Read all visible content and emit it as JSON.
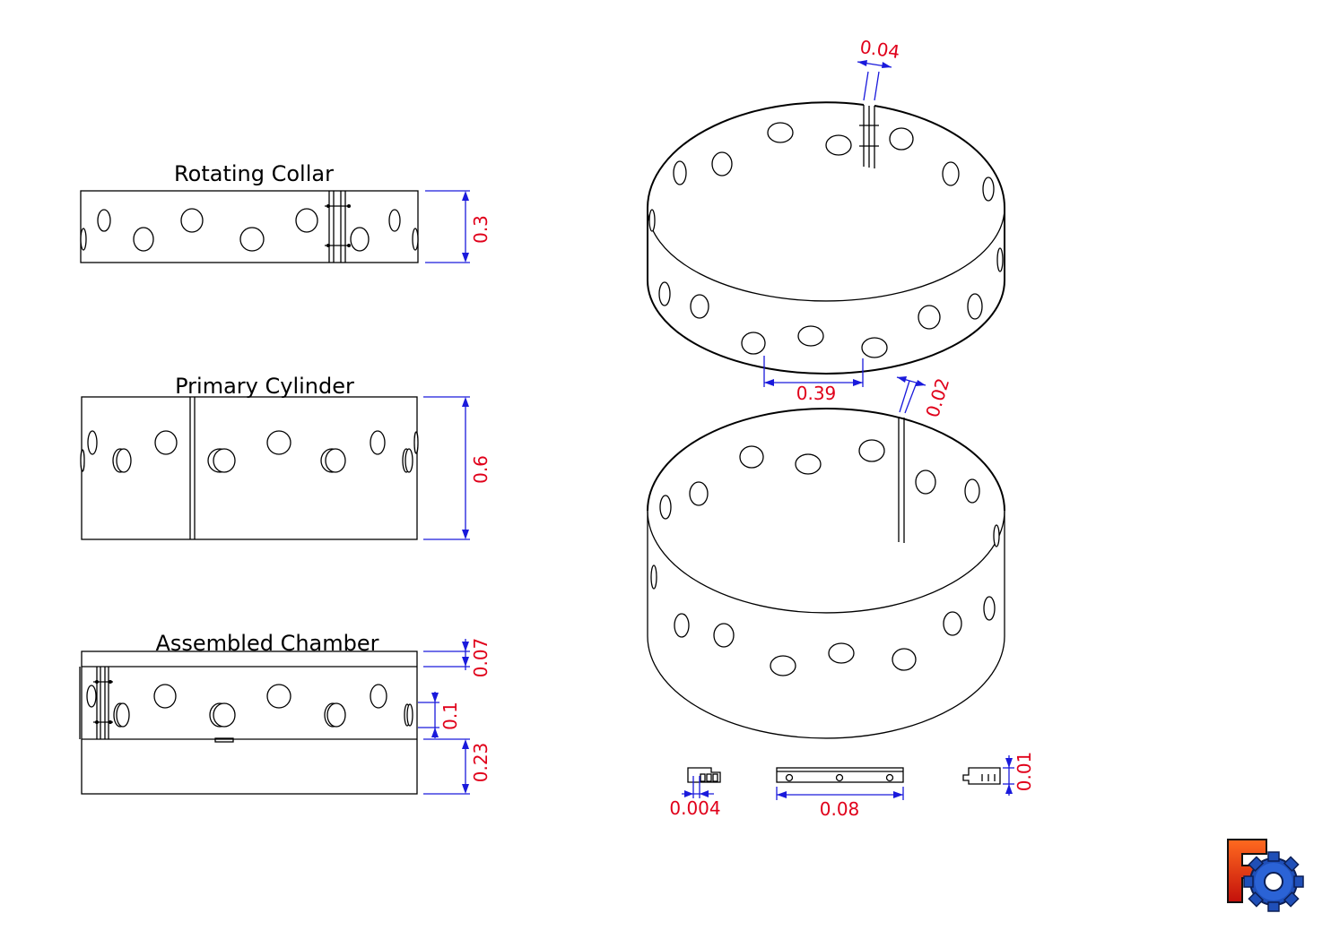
{
  "views": {
    "rotating_collar": {
      "title": "Rotating Collar",
      "height_dim": "0.3"
    },
    "primary_cylinder": {
      "title": "Primary Cylinder",
      "height_dim": "0.6"
    },
    "assembled_chamber": {
      "title": "Assembled Chamber",
      "dim_top": "0.07",
      "dim_mid": "0.1",
      "dim_bottom": "0.23"
    }
  },
  "iso": {
    "collar_gap_dim": "0.04",
    "collar_hole_spacing_dim": "0.39",
    "cylinder_gap_dim": "0.02"
  },
  "details": {
    "detail_a_dim": "0.004",
    "detail_b_dim": "0.08",
    "detail_c_dim": "0.01"
  },
  "logo": {
    "name": "freecad-logo-icon"
  },
  "colors": {
    "dimension_text": "#e0001a",
    "dimension_line": "#1a1adc",
    "logo_red": "#e8320e",
    "logo_blue": "#1f4fb8"
  }
}
